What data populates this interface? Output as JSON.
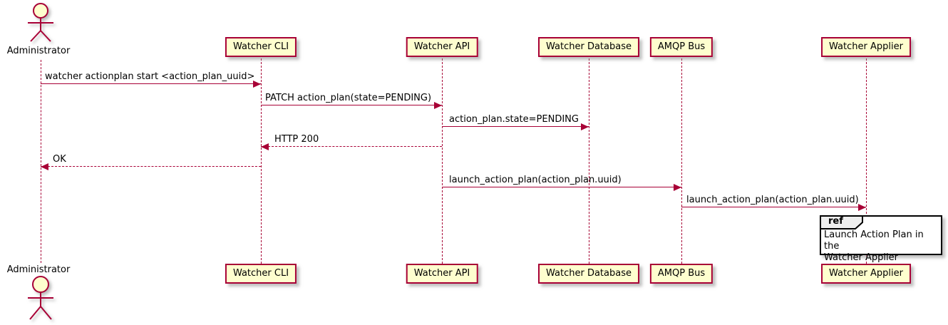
{
  "diagram": {
    "type": "uml-sequence-diagram",
    "colors": {
      "participant_fill": "#FEFECE",
      "participant_border": "#A80036",
      "lifeline": "#A80036",
      "arrow": "#A80036",
      "text": "#000000",
      "ref_fill": "#FFFFFF",
      "ref_border": "#000000",
      "ref_tab_fill": "#EEEEEE"
    },
    "actor": {
      "name": "Administrator"
    },
    "participants": [
      {
        "name": "Watcher CLI"
      },
      {
        "name": "Watcher API"
      },
      {
        "name": "Watcher Database"
      },
      {
        "name": "AMQP Bus"
      },
      {
        "name": "Watcher Applier"
      }
    ],
    "messages": [
      {
        "from": "Administrator",
        "to": "Watcher CLI",
        "label": "watcher actionplan start <action_plan_uuid>",
        "line": "solid"
      },
      {
        "from": "Watcher CLI",
        "to": "Watcher API",
        "label": "PATCH action_plan(state=PENDING)",
        "line": "solid"
      },
      {
        "from": "Watcher API",
        "to": "Watcher Database",
        "label": "action_plan.state=PENDING",
        "line": "solid"
      },
      {
        "from": "Watcher API",
        "to": "Watcher CLI",
        "label": "HTTP 200",
        "line": "dashed"
      },
      {
        "from": "Watcher CLI",
        "to": "Administrator",
        "label": "OK",
        "line": "dashed"
      },
      {
        "from": "Watcher API",
        "to": "AMQP Bus",
        "label": "launch_action_plan(action_plan.uuid)",
        "line": "solid"
      },
      {
        "from": "AMQP Bus",
        "to": "Watcher Applier",
        "label": "launch_action_plan(action_plan.uuid)",
        "line": "solid"
      }
    ],
    "ref": {
      "keyword": "ref",
      "lines": [
        "Launch Action Plan in the",
        "Watcher Applier"
      ]
    }
  }
}
